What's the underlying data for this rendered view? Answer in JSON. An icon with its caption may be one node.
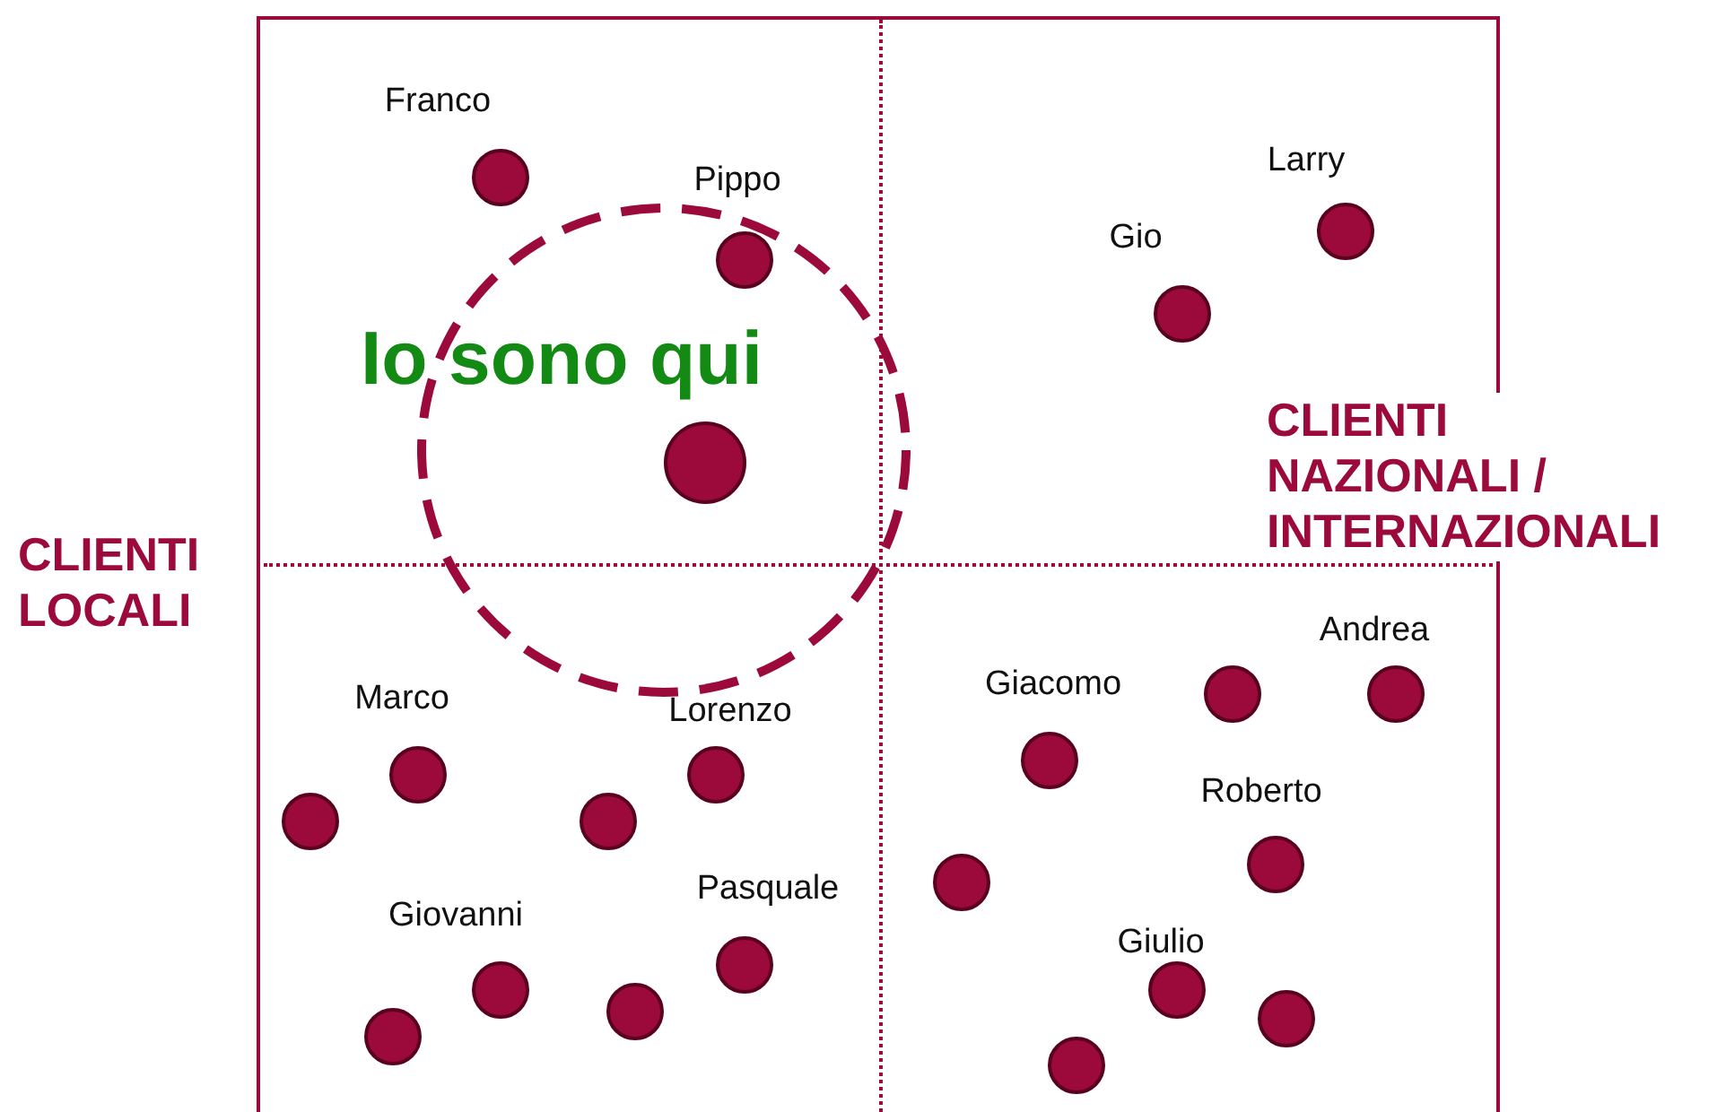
{
  "diagram": {
    "nodes": [
      {
        "text": [
          "Franco"
        ]
      },
      {
        "text": [
          "Io sono qui"
        ]
      },
      {
        "text": [
          "Pippo"
        ],
        "in": 1
      },
      {
        "text": [],
        "shape": "circle",
        "in": 1
      },
      {
        "text": [
          "Larry"
        ]
      },
      {
        "text": [
          "Gio"
        ]
      },
      {
        "text": [
          "Andrea"
        ]
      },
      {
        "text": [],
        "shape": "circle"
      },
      {
        "text": [
          "Giacomo"
        ]
      },
      {
        "text": [
          "Marco"
        ]
      },
      {
        "text": [
          "Lorenzo"
        ]
      },
      {
        "text": [
          "Roberto"
        ]
      },
      {
        "text": [],
        "shape": "circle"
      },
      {
        "text": [],
        "shape": "circle"
      },
      {
        "text": [],
        "shape": "circle"
      },
      {
        "text": [
          "Giovanni"
        ]
      },
      {
        "text": [
          "Pasquale"
        ]
      },
      {
        "text": [
          "Giulio"
        ]
      },
      {
        "text": [],
        "shape": "circle"
      },
      {
        "text": [],
        "shape": "circle"
      },
      {
        "text": [],
        "shape": "circle"
      },
      {
        "text": [],
        "shape": "circle"
      }
    ],
    "labels": [
      "CLIENTI LOCALI",
      "CLIENTI NAZIONALI / INTERNAZIONALI"
    ]
  }
}
